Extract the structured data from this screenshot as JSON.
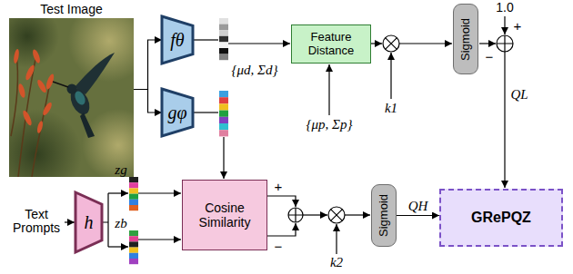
{
  "diagram": {
    "nodes": [
      {
        "text": [
          "Test Image"
        ]
      },
      {
        "text": [
          "fθ"
        ]
      },
      {
        "text": [
          "gφ"
        ]
      },
      {
        "text": [
          "Feature Distance"
        ]
      },
      {
        "text": [
          "Sigmoid"
        ]
      },
      {
        "text": [
          "h"
        ]
      },
      {
        "text": [
          "Cosine Similarity"
        ]
      },
      {
        "text": [
          "Sigmoid"
        ]
      },
      {
        "text": [
          "GRePQZ"
        ]
      }
    ],
    "edges": [
      {
        "from": 0,
        "to": 1,
        "arrow": "to"
      },
      {
        "from": 0,
        "to": 2,
        "arrow": "to"
      },
      {
        "from": 7,
        "to": 8,
        "arrow": "to",
        "label": "QH"
      }
    ],
    "labels": [
      "{μd, Σd}",
      "{μp, Σp}",
      "k1",
      "1.0",
      "+",
      "−",
      "QL",
      "Text Prompts",
      "zg",
      "zb",
      "+",
      "−",
      "k2"
    ]
  }
}
